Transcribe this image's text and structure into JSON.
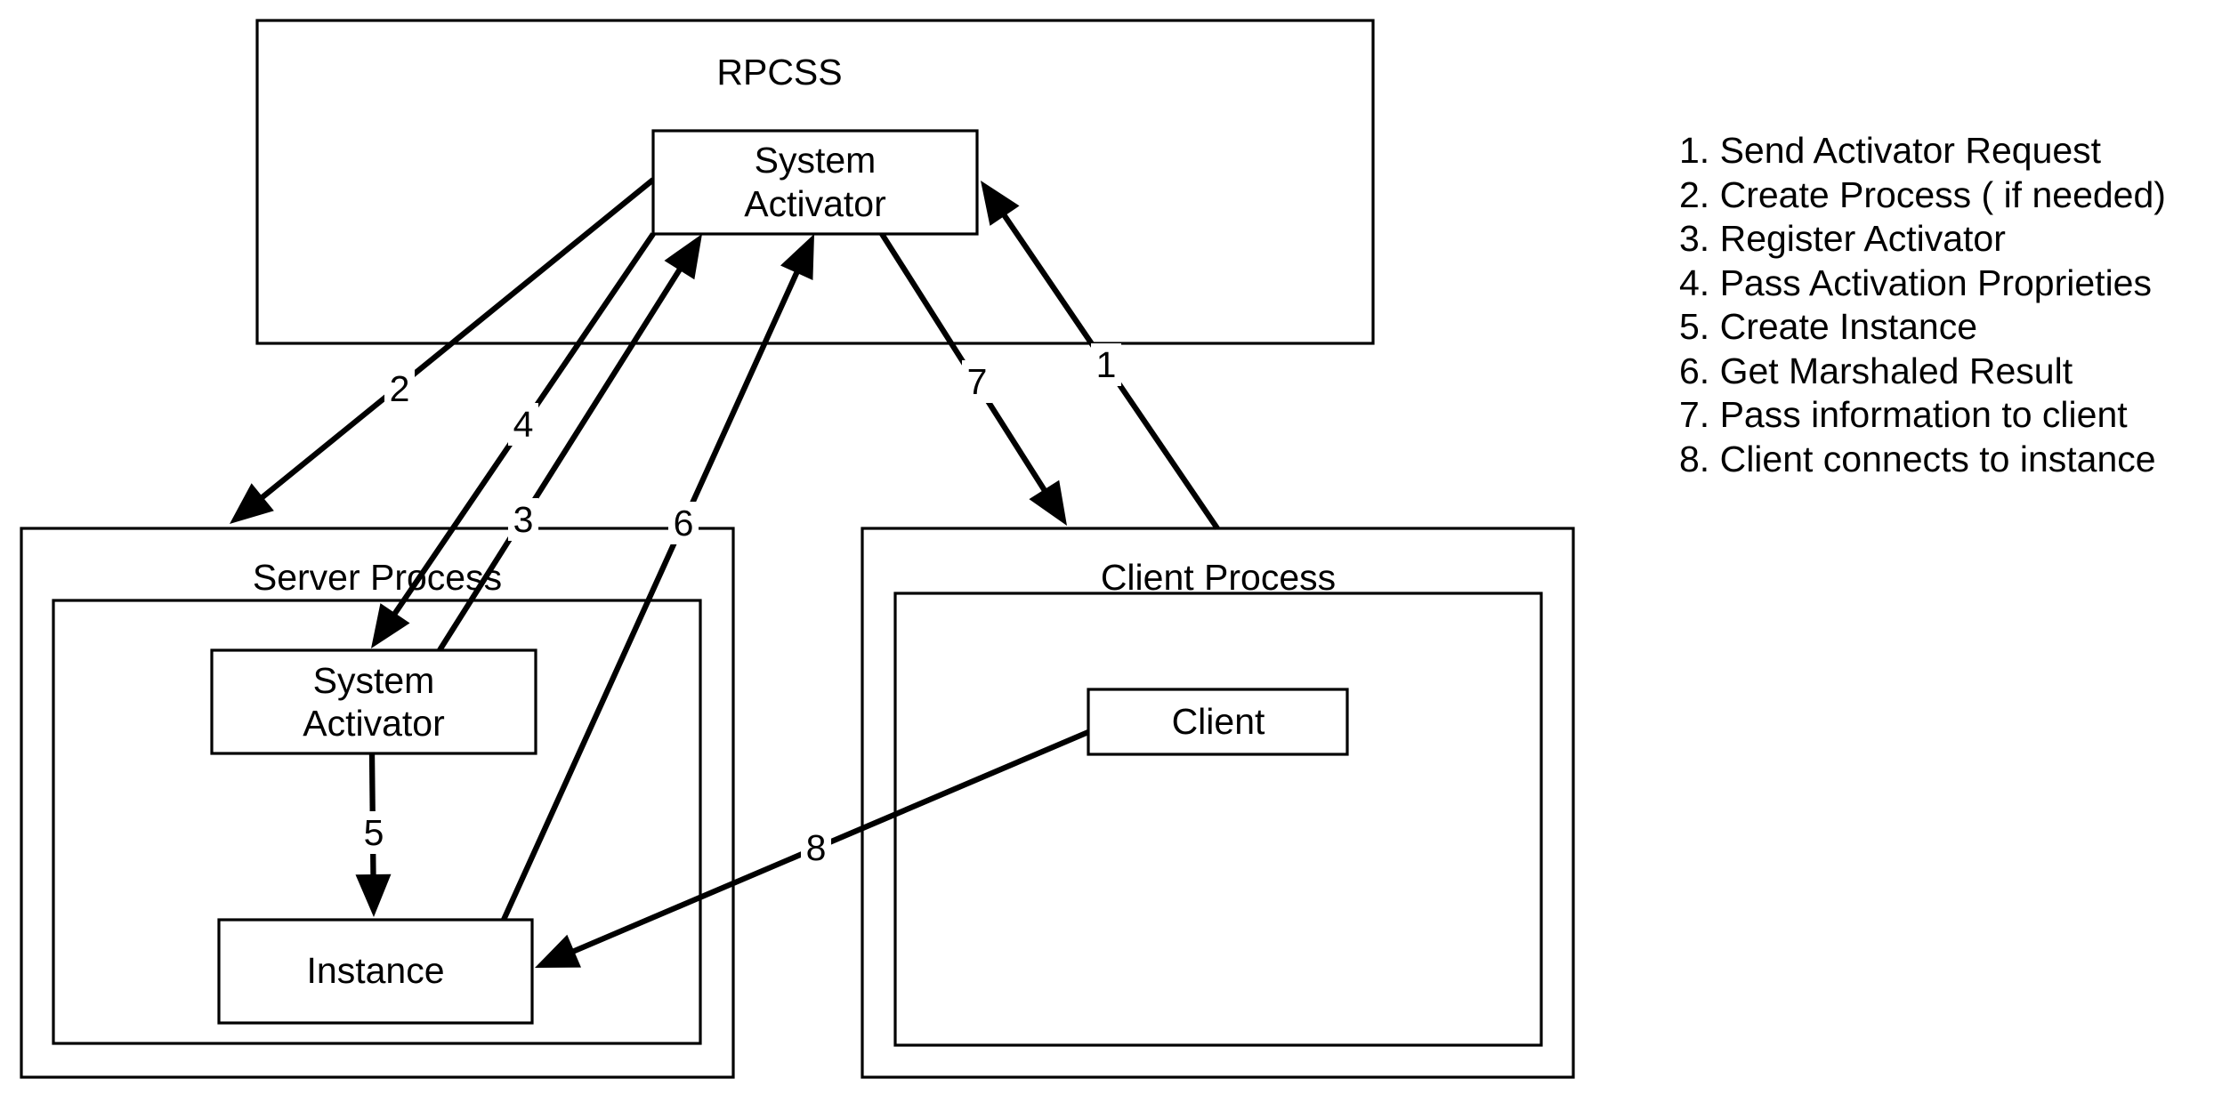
{
  "containers": {
    "rpcss": "RPCSS",
    "server_process": "Server Process",
    "client_process": "Client Process"
  },
  "nodes": {
    "rpcss_activator": [
      "System",
      "Activator"
    ],
    "server_activator": [
      "System",
      "Activator"
    ],
    "instance": "Instance",
    "client": "Client"
  },
  "edges": [
    {
      "id": "send-activator-request",
      "label": "1"
    },
    {
      "id": "create-process",
      "label": "2"
    },
    {
      "id": "register-activator",
      "label": "3"
    },
    {
      "id": "pass-activation-proprieties",
      "label": "4"
    },
    {
      "id": "create-instance",
      "label": "5"
    },
    {
      "id": "get-marshaled-result",
      "label": "6"
    },
    {
      "id": "pass-information-to-client",
      "label": "7"
    },
    {
      "id": "client-connects-to-instance",
      "label": "8"
    }
  ],
  "legend": [
    "1. Send Activator Request",
    "2. Create Process ( if needed)",
    "3. Register Activator",
    "4. Pass Activation Proprieties",
    "5. Create Instance",
    "6. Get Marshaled Result",
    "7. Pass information to client",
    "8. Client connects to instance"
  ]
}
